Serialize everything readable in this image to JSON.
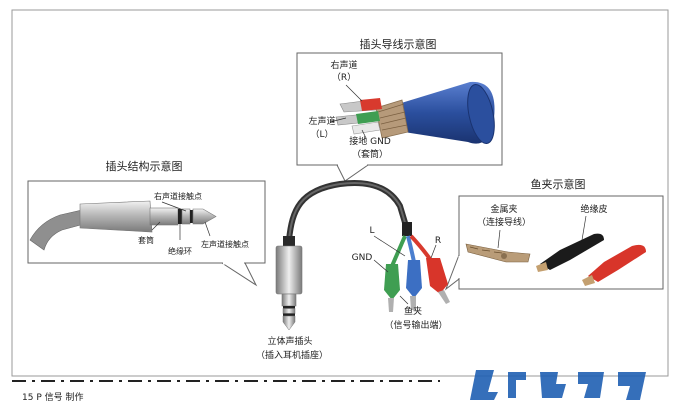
{
  "titles": {
    "cable": "插头导线示意图",
    "plug": "插头结构示意图",
    "clip": "鱼夹示意图"
  },
  "cable_labels": {
    "right_ch": "右声道",
    "right_code": "（R）",
    "left_ch": "左声道",
    "left_code": "（L）",
    "ground": "接地 GND",
    "sleeve": "（套筒）"
  },
  "plug_labels": {
    "right_contact": "右声道接触点",
    "sleeve": "套筒",
    "ring": "绝缘环",
    "left_contact": "左声道接触点"
  },
  "clip_labels": {
    "metal": "金属夹",
    "metal_sub": "（连接导线）",
    "insulation": "绝缘皮"
  },
  "center_labels": {
    "L": "L",
    "R": "R",
    "GND": "GND",
    "clip": "鱼夹",
    "clip_sub": "（信号输出端）",
    "plug": "立体声插头",
    "plug_sub": "（插入耳机插座）"
  },
  "caption": "15 P 信号 制作",
  "watermark": "",
  "colors": {
    "cable_blue": "#2b4f9e",
    "wire_red": "#d83a2e",
    "wire_green": "#3f9e52",
    "wire_blue": "#4b7fcf",
    "clip_red": "#d8352a",
    "clip_black": "#1b1b1b",
    "watermark_blue": "#1f5fb3"
  }
}
